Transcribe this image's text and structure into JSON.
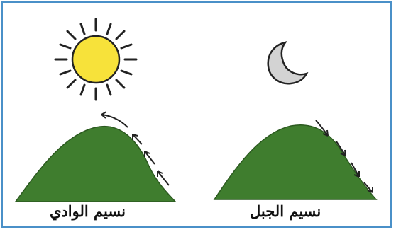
{
  "panels": [
    {
      "caption": "نسيم الوادي",
      "icon": "sun-icon",
      "airflow": "upslope"
    },
    {
      "caption": "نسيم الجبل",
      "icon": "moon-icon",
      "airflow": "downslope"
    }
  ],
  "colors": {
    "border": "#4a90c8",
    "mountain": "#3f7d2e",
    "sun": "#f7e23a",
    "moon": "#d3d3d3",
    "outline": "#222222"
  }
}
